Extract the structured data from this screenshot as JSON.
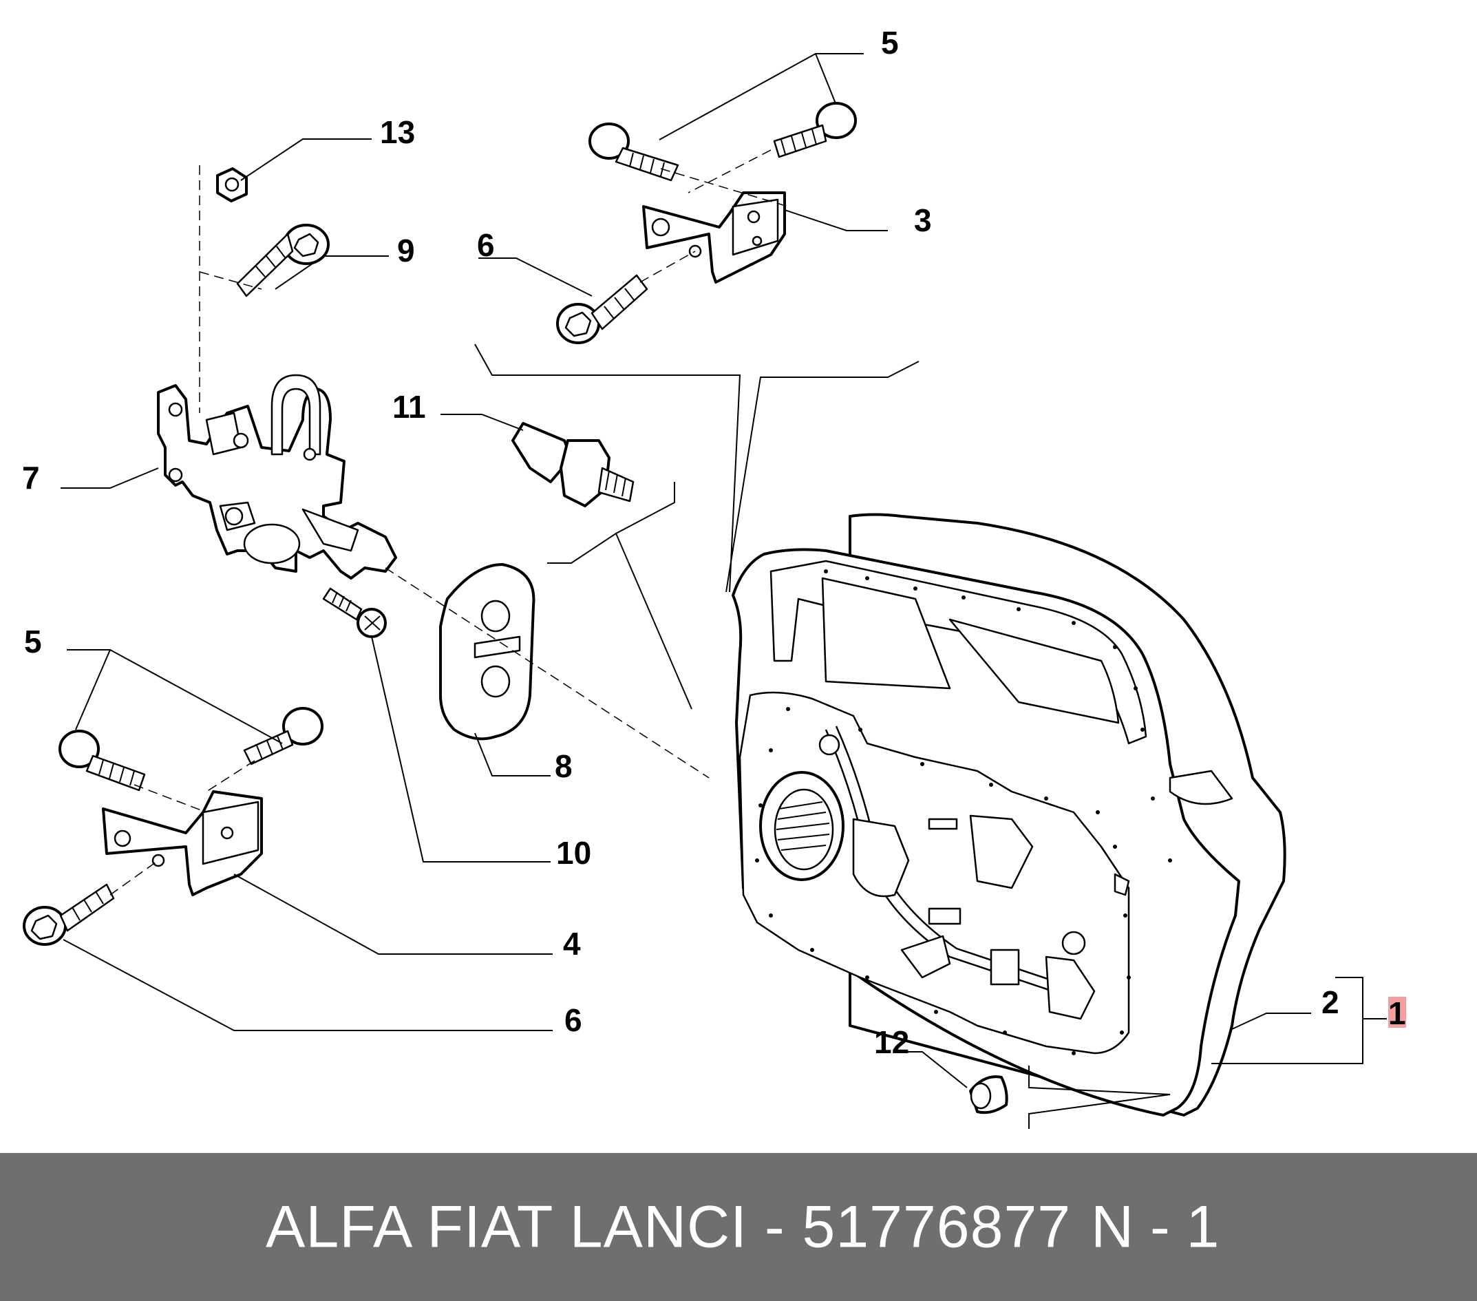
{
  "callouts": {
    "c1": "1",
    "c2": "2",
    "c3": "3",
    "c4": "4",
    "c5_top": "5",
    "c5_left": "5",
    "c6_top": "6",
    "c6_bottom": "6",
    "c7": "7",
    "c8": "8",
    "c9": "9",
    "c10": "10",
    "c11": "11",
    "c12": "12",
    "c13": "13"
  },
  "highlight_color": "#f4a0a0",
  "footer": {
    "brand_part": "ALFA FIAT LANCI - 51776877",
    "ref": "N - 1",
    "background_color": "#6f6f6f"
  }
}
